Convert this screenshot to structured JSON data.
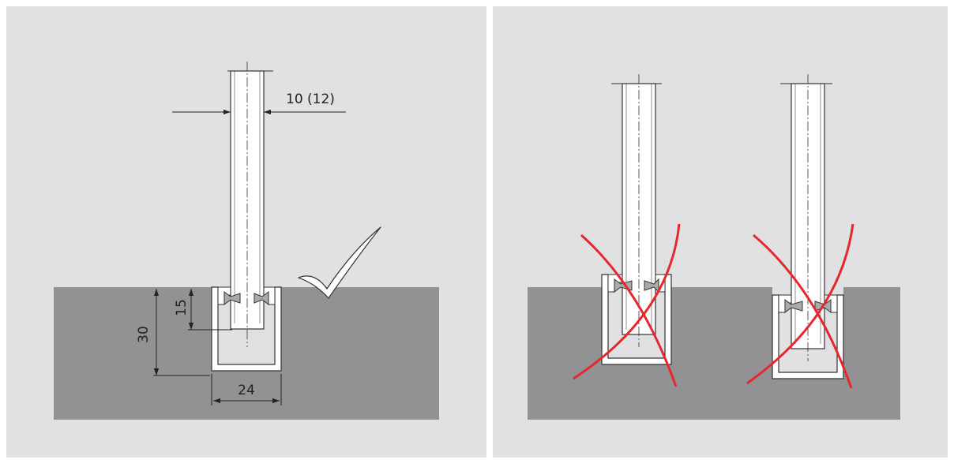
{
  "colors": {
    "frame": "#ffffff",
    "panel": "#e1e1e3",
    "ground": "#929294",
    "metal": "#ffffff",
    "outline": "#333333",
    "gasket": "#aaaaaa",
    "cross": "#e4282e",
    "check_fill": "#ffffff",
    "dim_line": "#222222"
  },
  "dimensions": {
    "glass_thickness": "10 (12)",
    "gasket_depth": "15",
    "profile_depth": "30",
    "profile_width": "24"
  },
  "marks": {
    "correct": "check-mark-icon",
    "wrong": "cross-mark-icon"
  }
}
